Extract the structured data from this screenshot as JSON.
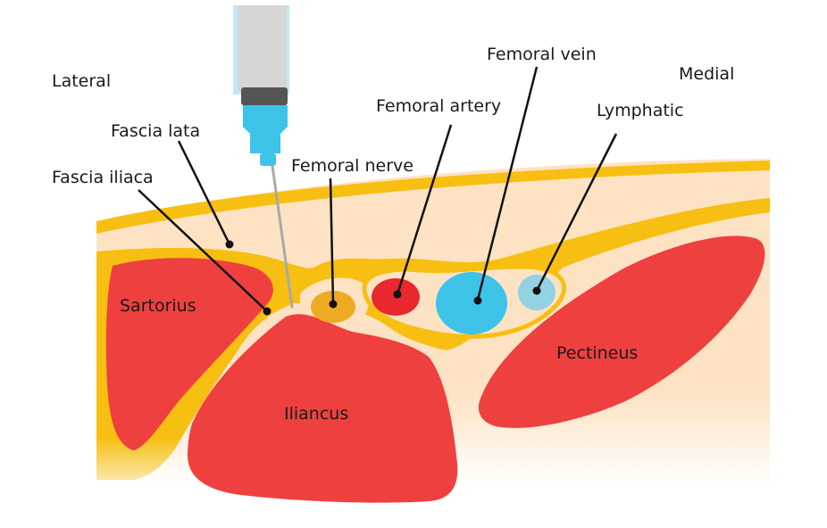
{
  "orientation": {
    "lateral": "Lateral",
    "medial": "Medial"
  },
  "labels": {
    "fascia_lata": "Fascia lata",
    "fascia_iliaca": "Fascia iliaca",
    "femoral_nerve": "Femoral nerve",
    "femoral_artery": "Femoral artery",
    "femoral_vein": "Femoral vein",
    "lymphatic": "Lymphatic"
  },
  "muscles": {
    "sartorius": "Sartorius",
    "iliancus": "Iliancus",
    "pectineus": "Pectineus"
  },
  "colors": {
    "skin": "#fde3c3",
    "fascia": "#f7bf12",
    "muscle": "#ef4040",
    "nerve": "#eeaa22",
    "artery": "#e8282e",
    "vein": "#3ec3e8",
    "lymphatic": "#92d2e3",
    "syringe_body": "#d6d6d6",
    "syringe_hub": "#3ec3e8"
  }
}
